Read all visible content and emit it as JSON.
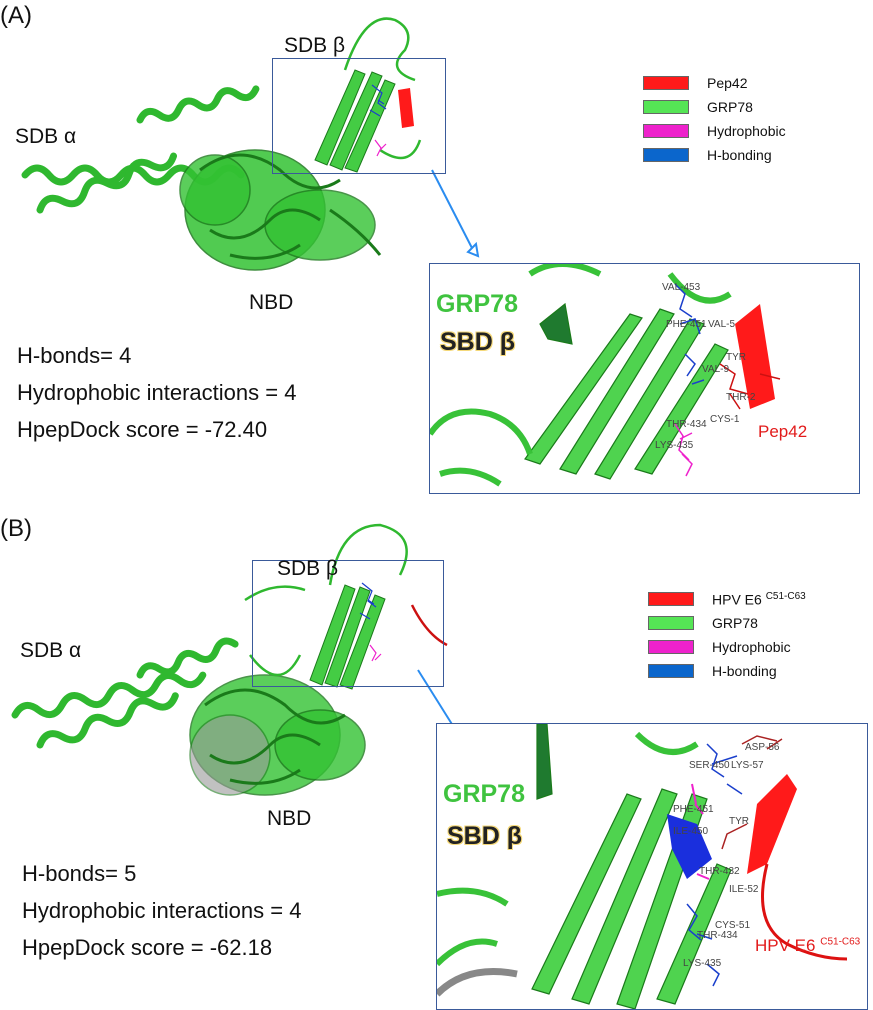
{
  "panel_a": {
    "label": "(A)",
    "domains": {
      "sdb_beta": "SDB β",
      "sdb_alpha": "SDB α",
      "nbd": "NBD"
    },
    "legend": [
      {
        "label": "Pep42",
        "color": "#ff1a1a"
      },
      {
        "label": "GRP78",
        "color": "#55e555"
      },
      {
        "label": "Hydrophobic",
        "color": "#ee22cc"
      },
      {
        "label": "H-bonding",
        "color": "#0b66cc"
      }
    ],
    "stats": {
      "hbonds": "H-bonds= 4",
      "hydrophobic": "Hydrophobic interactions = 4",
      "score": "HpepDock score = -72.40"
    },
    "zoom": {
      "protein": "GRP78",
      "domain": "SBD β",
      "peptide": "Pep42",
      "residues": [
        "VAL-453",
        "PHE-451",
        "VAL-5",
        "VAL-9",
        "TYR",
        "THR-2",
        "CYS-1",
        "LYS-435",
        "THR-434"
      ]
    }
  },
  "panel_b": {
    "label": "(B)",
    "domains": {
      "sdb_beta": "SDB β",
      "sdb_alpha": "SDB α",
      "nbd": "NBD"
    },
    "legend": [
      {
        "label": "HPV E6",
        "sup": "C51-C63",
        "color": "#ff1a1a"
      },
      {
        "label": "GRP78",
        "color": "#55e555"
      },
      {
        "label": "Hydrophobic",
        "color": "#ee22cc"
      },
      {
        "label": "H-bonding",
        "color": "#0b66cc"
      }
    ],
    "stats": {
      "hbonds": "H-bonds= 5",
      "hydrophobic": "Hydrophobic interactions = 4",
      "score": "HpepDock score = -62.18"
    },
    "zoom": {
      "protein": "GRP78",
      "domain": "SBD β",
      "peptide": "HPV E6",
      "peptide_sup": "C51-C63",
      "residues": [
        "ASP-56",
        "SER-450",
        "LYS-57",
        "PHE-451",
        "ILE-450",
        "TYR",
        "THR-432",
        "ILE-52",
        "CYS-51",
        "THR-434",
        "LYS-435"
      ]
    }
  }
}
